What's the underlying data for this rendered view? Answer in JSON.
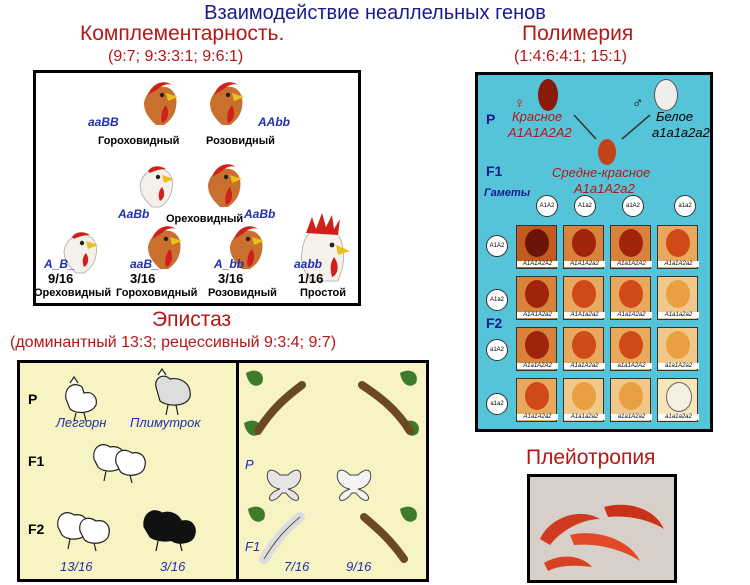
{
  "title": "Взаимодействие неаллельных генов",
  "complementarity": {
    "title": "Комплементарность.",
    "ratios": "(9:7; 9:3:3:1; 9:6:1)",
    "top": [
      {
        "genotype": "aaBB",
        "label": "Гороховидный"
      },
      {
        "genotype": "AAbb",
        "label": "Розовидный"
      }
    ],
    "middle": {
      "genotype_left": "AaBb",
      "label": "Ореховидный",
      "genotype_right": "AaBb"
    },
    "bottom": [
      {
        "genotype": "A_B_",
        "ratio": "9/16",
        "label": "Ореховидный"
      },
      {
        "genotype": "aaB_",
        "ratio": "3/16",
        "label": "Гороховидный"
      },
      {
        "genotype": "A_bb",
        "ratio": "3/16",
        "label": "Розовидный"
      },
      {
        "genotype": "aabb",
        "ratio": "1/16",
        "label": "Простой"
      }
    ]
  },
  "polymery": {
    "title": "Полимерия",
    "ratios": "(1:4:6:4:1; 15:1)",
    "p_label": "P",
    "female_name": "Красное",
    "female_genotype": "A1A1A2A2",
    "male_name": "Белое",
    "male_genotype": "a1a1a2a2",
    "f1_label": "F1",
    "f1_name": "Средне-красное",
    "f1_genotype": "A1a1A2a2",
    "gametes_label": "Гаметы",
    "f2_label": "F2",
    "gametes": [
      "A1A2",
      "A1a2",
      "a1A2",
      "a1a2"
    ],
    "grid": [
      [
        "A1A1A2A2",
        "A1A1A2a2",
        "A1a1A2A2",
        "A1a1A2a2"
      ],
      [
        "A1A1A2a2",
        "A1A1a2a2",
        "A1a1A2a2",
        "A1a1a2a2"
      ],
      [
        "A1a1A2A2",
        "A1a1A2a2",
        "a1a1A2A2",
        "a1a1A2a2"
      ],
      [
        "A1a1A2a2",
        "A1a1a2a2",
        "a1a1A2a2",
        "a1a1a2a2"
      ]
    ],
    "colors": [
      "#6b1408",
      "#a0240c",
      "#cf4a18",
      "#e8a040",
      "#f2f0e0"
    ]
  },
  "epistasis": {
    "title": "Эпистаз",
    "ratios": "(доминантный 13:3; рецессивный 9:3:4; 9:7)",
    "p_label": "P",
    "f1_label": "F1",
    "f2_label": "F2",
    "breed1": "Леггорн",
    "breed2": "Плимутрок",
    "ratio1": "13/16",
    "ratio2": "3/16",
    "moth_p_label": "P",
    "moth_f1_label": "F1",
    "moth_ratio1": "7/16",
    "moth_ratio2": "9/16"
  },
  "pleiotropy": {
    "title": "Плейотропия"
  }
}
